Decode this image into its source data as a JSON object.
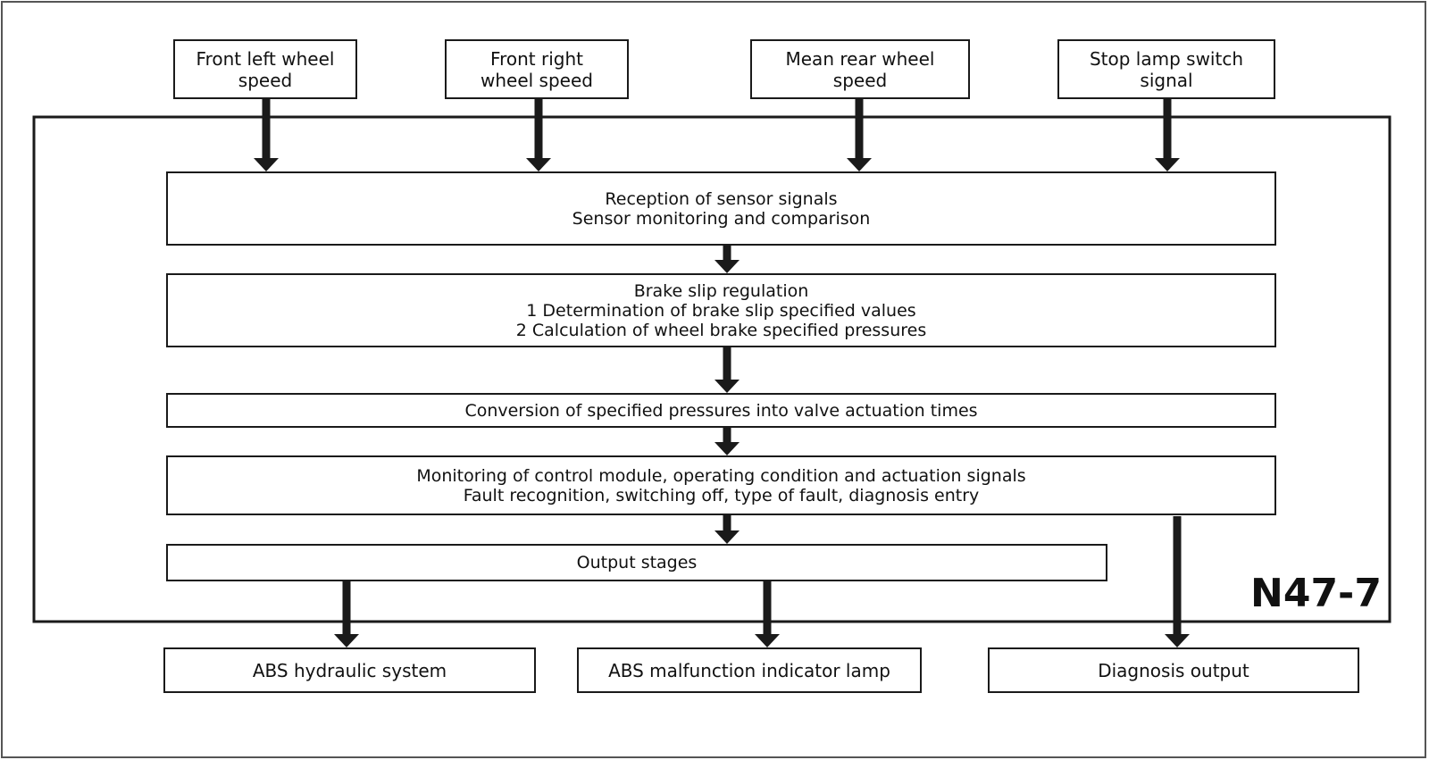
{
  "inputs": [
    {
      "line1": "Front left wheel",
      "line2": "speed"
    },
    {
      "line1": "Front right",
      "line2": "wheel speed"
    },
    {
      "line1": "Mean rear wheel",
      "line2": "speed"
    },
    {
      "line1": "Stop lamp switch",
      "line2": "signal"
    }
  ],
  "processes": {
    "reception": {
      "line1": "Reception of sensor signals",
      "line2": "Sensor monitoring and comparison"
    },
    "slip": {
      "line1": "Brake slip regulation",
      "line2": "1   Determination of brake slip specified values",
      "line3": "2   Calculation of wheel brake specified pressures"
    },
    "conversion": {
      "line1": "Conversion of specified pressures into valve actuation times"
    },
    "monitoring": {
      "line1": "Monitoring of control module, operating condition and actuation signals",
      "line2": "Fault recognition, switching off, type of fault, diagnosis entry"
    },
    "output_stages": {
      "line1": "Output stages"
    }
  },
  "outputs": [
    {
      "label": "ABS hydraulic system"
    },
    {
      "label": "ABS malfunction indicator lamp"
    },
    {
      "label": "Diagnosis output"
    }
  ],
  "module_label": "N47-7",
  "colors": {
    "line": "#1a1a1a",
    "background": "#ffffff"
  }
}
